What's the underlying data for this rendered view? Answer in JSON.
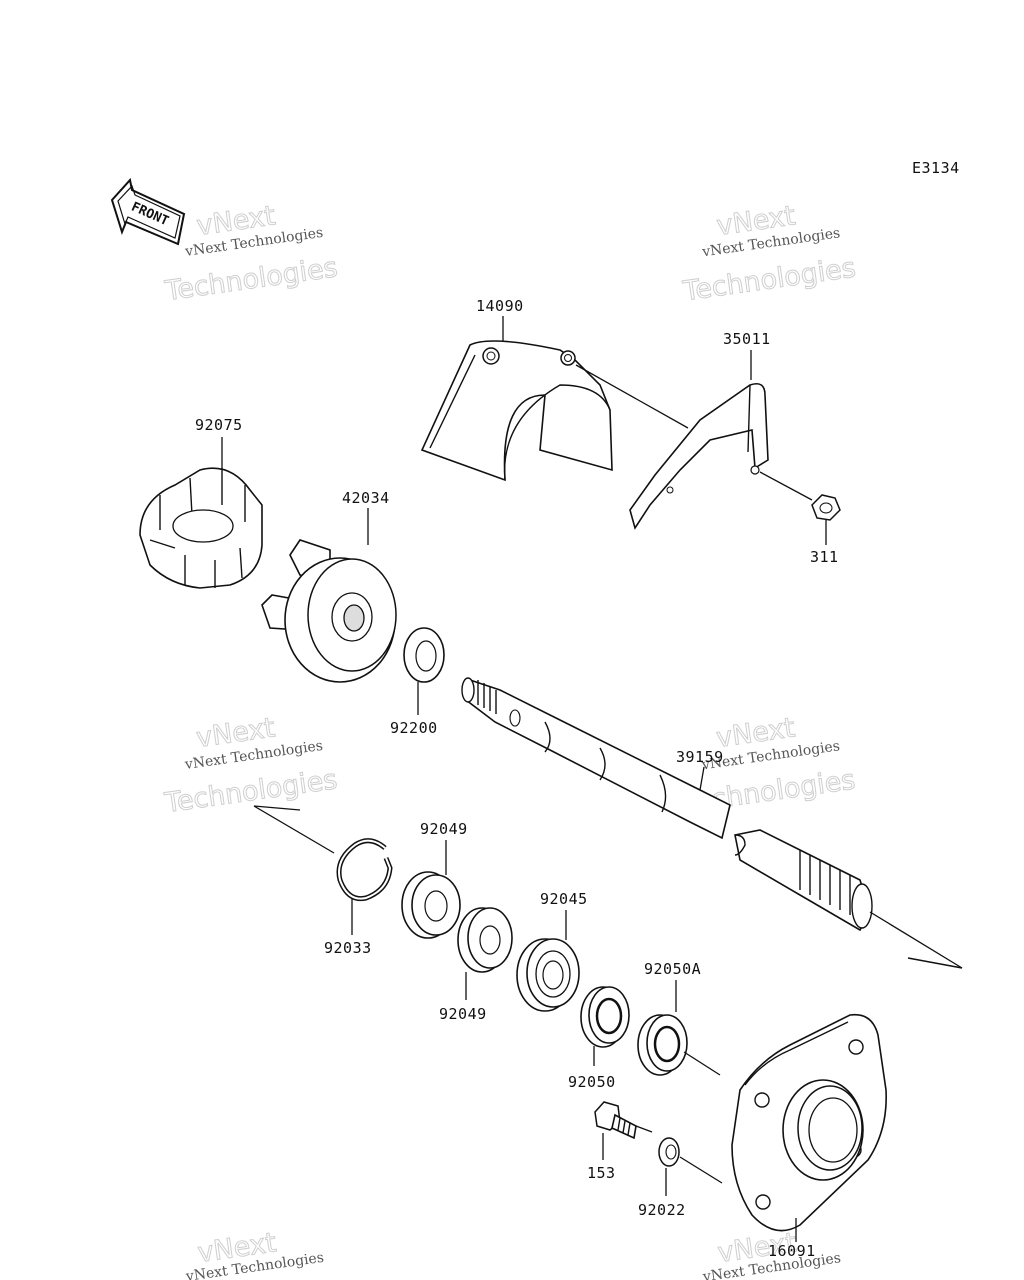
{
  "diagram_code": "E3134",
  "front_label": "FRONT",
  "watermark": {
    "line1": "vNext Technologies",
    "line2a": "vNext",
    "line2b": "Technologies"
  },
  "parts": {
    "p14090": "14090",
    "p35011": "35011",
    "p311": "311",
    "p92075": "92075",
    "p42034": "42034",
    "p92200": "92200",
    "p39159": "39159",
    "p92049a": "92049",
    "p92049b": "92049",
    "p92033": "92033",
    "p92045": "92045",
    "p92050A": "92050A",
    "p92050": "92050",
    "p153": "153",
    "p92022": "92022",
    "p16091": "16091"
  }
}
